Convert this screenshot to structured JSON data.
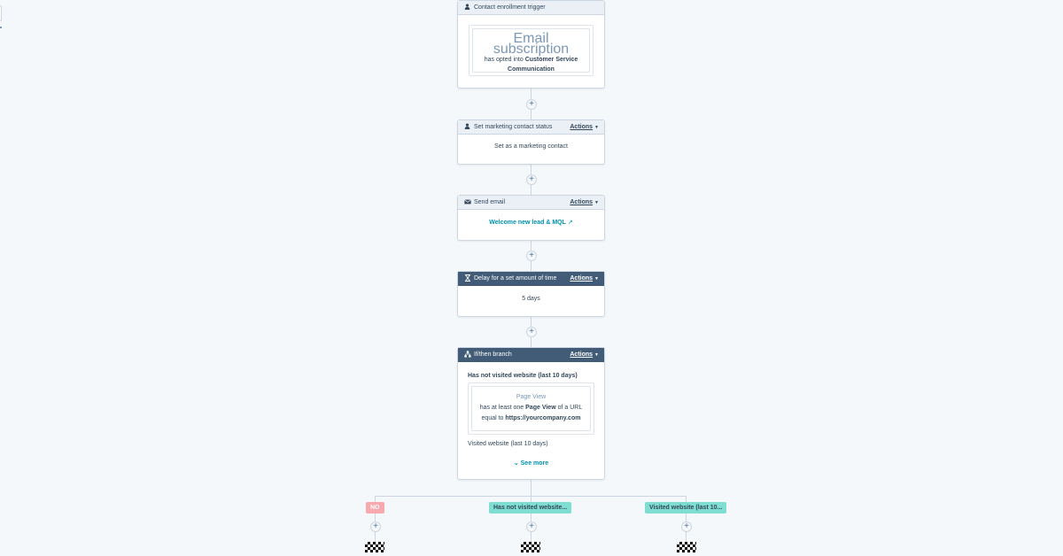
{
  "trigger": {
    "title": "Contact enrollment trigger",
    "filter_type": "Email subscription",
    "text_prefix": "has opted into",
    "subscription": "Customer Service Communication"
  },
  "actions_label": "Actions",
  "plus_glyph": "+",
  "steps": [
    {
      "title": "Set marketing contact status",
      "body": "Set as a marketing contact"
    },
    {
      "title": "Send email",
      "link": "Welcome new lead & MQL",
      "link_icon": "↗"
    },
    {
      "title": "Delay for a set amount of time",
      "body": "5 days"
    }
  ],
  "branch": {
    "title": "If/then branch",
    "branch1_label": "Has not visited website (last 10 days)",
    "filter_type": "Page View",
    "f_line1_pre": "has at least one",
    "f_line1_bold": "Page View",
    "f_line1_post": "of a URL",
    "f_line2_pre": "equal to",
    "f_line2_bold": "https://yourcompany.com",
    "branch2_label": "Visited website (last 10 days)",
    "see_more": "See more",
    "see_more_icon": "⌄"
  },
  "outcomes": [
    {
      "label": "NO",
      "color": "#f8a9ad"
    },
    {
      "label": "Has not visited website...",
      "color": "#7fded2"
    },
    {
      "label": "Visited website (last 10...",
      "color": "#7fded2"
    }
  ]
}
